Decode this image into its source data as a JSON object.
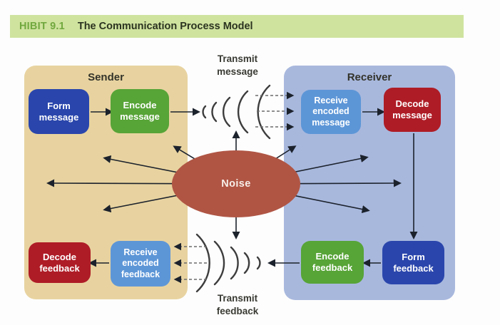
{
  "header": {
    "exhibit_label": "HIBIT 9.1",
    "title": "The Communication Process Model"
  },
  "diagram": {
    "sender": {
      "label": "Sender",
      "boxes": {
        "form_message": "Form message",
        "encode_message": "Encode message",
        "decode_feedback": "Decode feedback",
        "receive_encoded_feedback": "Receive encoded feedback"
      }
    },
    "receiver": {
      "label": "Receiver",
      "boxes": {
        "receive_encoded_message": "Receive encoded message",
        "decode_message": "Decode message",
        "encode_feedback": "Encode feedback",
        "form_feedback": "Form feedback"
      }
    },
    "noise": {
      "label": "Noise"
    },
    "channel": {
      "transmit_message": "Transmit message",
      "transmit_feedback": "Transmit feedback"
    }
  },
  "colors": {
    "header_bar": "#cfe39f",
    "exhibit_label_green": "#71a83e",
    "sender_panel_tan": "#e8d3a0",
    "receiver_panel_periwinkle": "#a8b8dd",
    "form_box_blue": "#2a46ac",
    "encode_box_green": "#57a437",
    "decode_box_red": "#ae1c26",
    "receive_box_light_blue": "#5d96d7",
    "noise_ellipse": "#b05544",
    "arrow_dark": "#1c222c",
    "wave_gray": "#3d3d3d"
  }
}
